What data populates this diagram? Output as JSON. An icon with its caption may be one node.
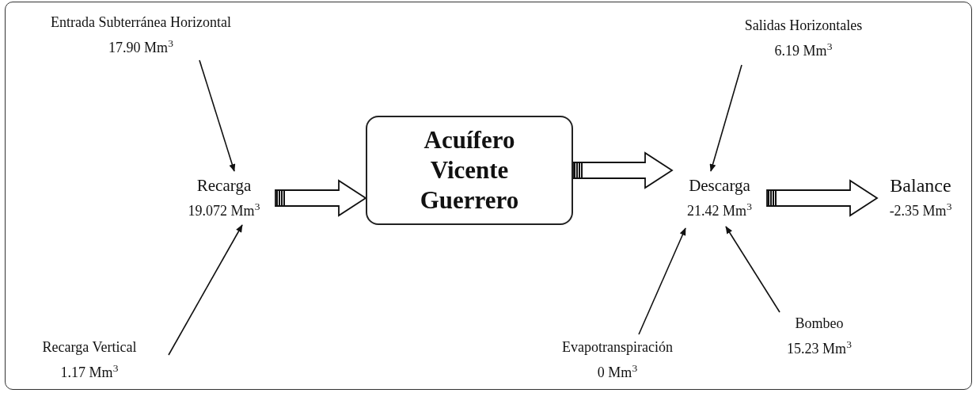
{
  "diagram": {
    "nodes": [
      {
        "text": [
          "Entrada Subterránea Horizontal",
          "17.90 Mm$^{3}$"
        ]
      },
      {
        "text": [
          "Recarga",
          "19.072 Mm$^{3}$"
        ]
      },
      {
        "text": [
          "Recarga Vertical",
          "1.17 Mm$^{3}$"
        ]
      },
      {
        "text": [
          "Acuífero Vicente Guerrero"
        ]
      },
      {
        "text": [
          "Salidas Horizontales",
          "6.19 Mm$^{3}$"
        ]
      },
      {
        "text": [
          "Descarga",
          "21.42 Mm$^{3}$"
        ]
      },
      {
        "text": [
          "Evapotranspiración",
          "0 Mm$^{3}$"
        ]
      },
      {
        "text": [
          "Bombeo",
          "15.23 Mm$^{3}$"
        ]
      },
      {
        "text": [
          "Balance",
          "-2.35 Mm$^{3}$"
        ]
      }
    ],
    "edges": [
      {
        "from": 0,
        "to": 1,
        "arrow": "to"
      },
      {
        "from": 2,
        "to": 1,
        "arrow": "to"
      },
      {
        "from": 1,
        "to": 3,
        "arrow": "to",
        "style": "thick"
      },
      {
        "from": 3,
        "to": 5,
        "arrow": "to",
        "style": "thick"
      },
      {
        "from": 4,
        "to": 5,
        "arrow": "to"
      },
      {
        "from": 6,
        "to": 5,
        "arrow": "to"
      },
      {
        "from": 7,
        "to": 5,
        "arrow": "to"
      },
      {
        "from": 5,
        "to": 8,
        "arrow": "to",
        "style": "thick"
      }
    ]
  }
}
